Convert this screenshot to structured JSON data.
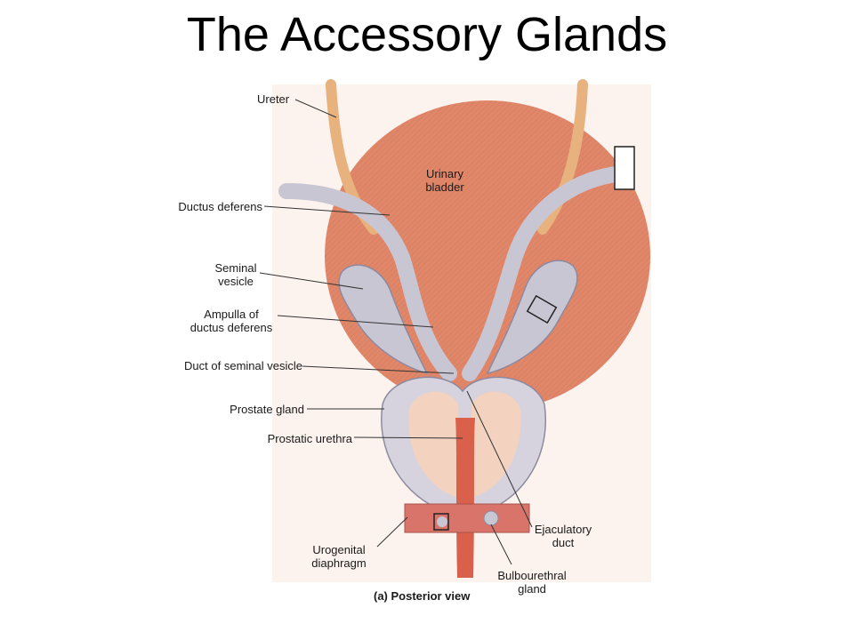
{
  "slide": {
    "title": "The Accessory Glands"
  },
  "figure": {
    "caption": "(a) Posterior view",
    "labels": {
      "ureter": "Ureter",
      "urinary_bladder": "Urinary\nbladder",
      "ductus_deferens": "Ductus deferens",
      "seminal_vesicle": "Seminal\nvesicle",
      "ampulla": "Ampulla of\nductus deferens",
      "duct_seminal_vesicle": "Duct of seminal vesicle",
      "prostate_gland": "Prostate gland",
      "prostatic_urethra": "Prostatic urethra",
      "urogenital_diaphragm": "Urogenital\ndiaphragm",
      "ejaculatory_duct": "Ejaculatory\nduct",
      "bulbourethral_gland": "Bulbourethral\ngland"
    }
  },
  "colors": {
    "bladder": "#e0876a",
    "bladder_dark": "#c96a50",
    "duct": "#c9c6d4",
    "ureter": "#e8b27e",
    "prostate_outer": "#d6d3de",
    "prostate_inner": "#f3d2c0",
    "urethra": "#d9604a",
    "diaphragm": "#d8746a"
  }
}
